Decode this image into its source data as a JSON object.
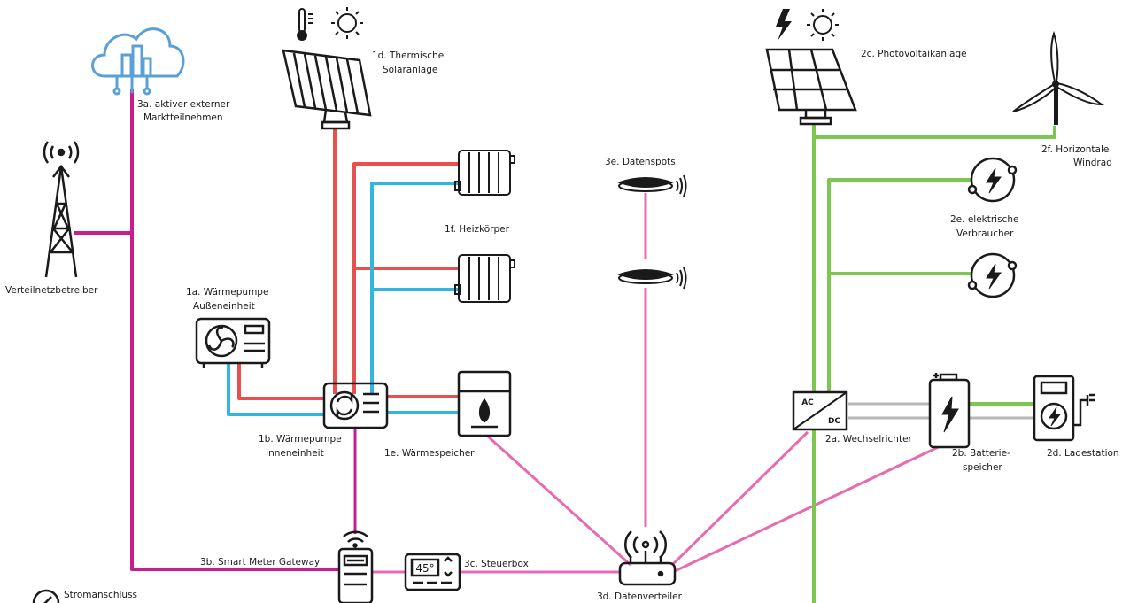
{
  "labels": {
    "market_participant_1": "3a. aktiver externer",
    "market_participant_2": "Marktteilnehmen",
    "grid_operator": "Verteilnetzbetreiber",
    "solar_thermal_1": "1d. Thermische",
    "solar_thermal_2": "Solaranlage",
    "radiators": "1f. Heizkörper",
    "hp_outdoor_1": "1a. Wärmepumpe",
    "hp_outdoor_2": "Außeneinheit",
    "hp_indoor_1": "1b. Wärmepumpe",
    "hp_indoor_2": "Inneneinheit",
    "heat_storage": "1e. Wärmespeicher",
    "data_spots": "3e. Datenspots",
    "photovoltaic": "2c. Photovoltaikanlage",
    "wind_1": "2f. Horizontale",
    "wind_2": "Windrad",
    "consumers_1": "2e. elektrische",
    "consumers_2": "Verbraucher",
    "inverter": "2a. Wechselrichter",
    "battery_1": "2b. Batterie-",
    "battery_2": "speicher",
    "charging_station": "2d. Ladestation",
    "smart_meter": "3b. Smart Meter Gateway",
    "control_box": "3c. Steuerbox",
    "data_distributor": "3d. Datenverteiler",
    "power_connection": "Stromanschluss"
  },
  "inverter_ac": "AC",
  "inverter_dc": "DC",
  "thermostat_value": "45°",
  "colors": {
    "power_line": "#c81e8c",
    "data_line": "#e86ab0",
    "hot_water": "#ea4f4f",
    "cold_water": "#30b6e0",
    "green_power": "#7cc651",
    "dc_line": "#b8b8b8",
    "cloud": "#5aa0d8"
  }
}
